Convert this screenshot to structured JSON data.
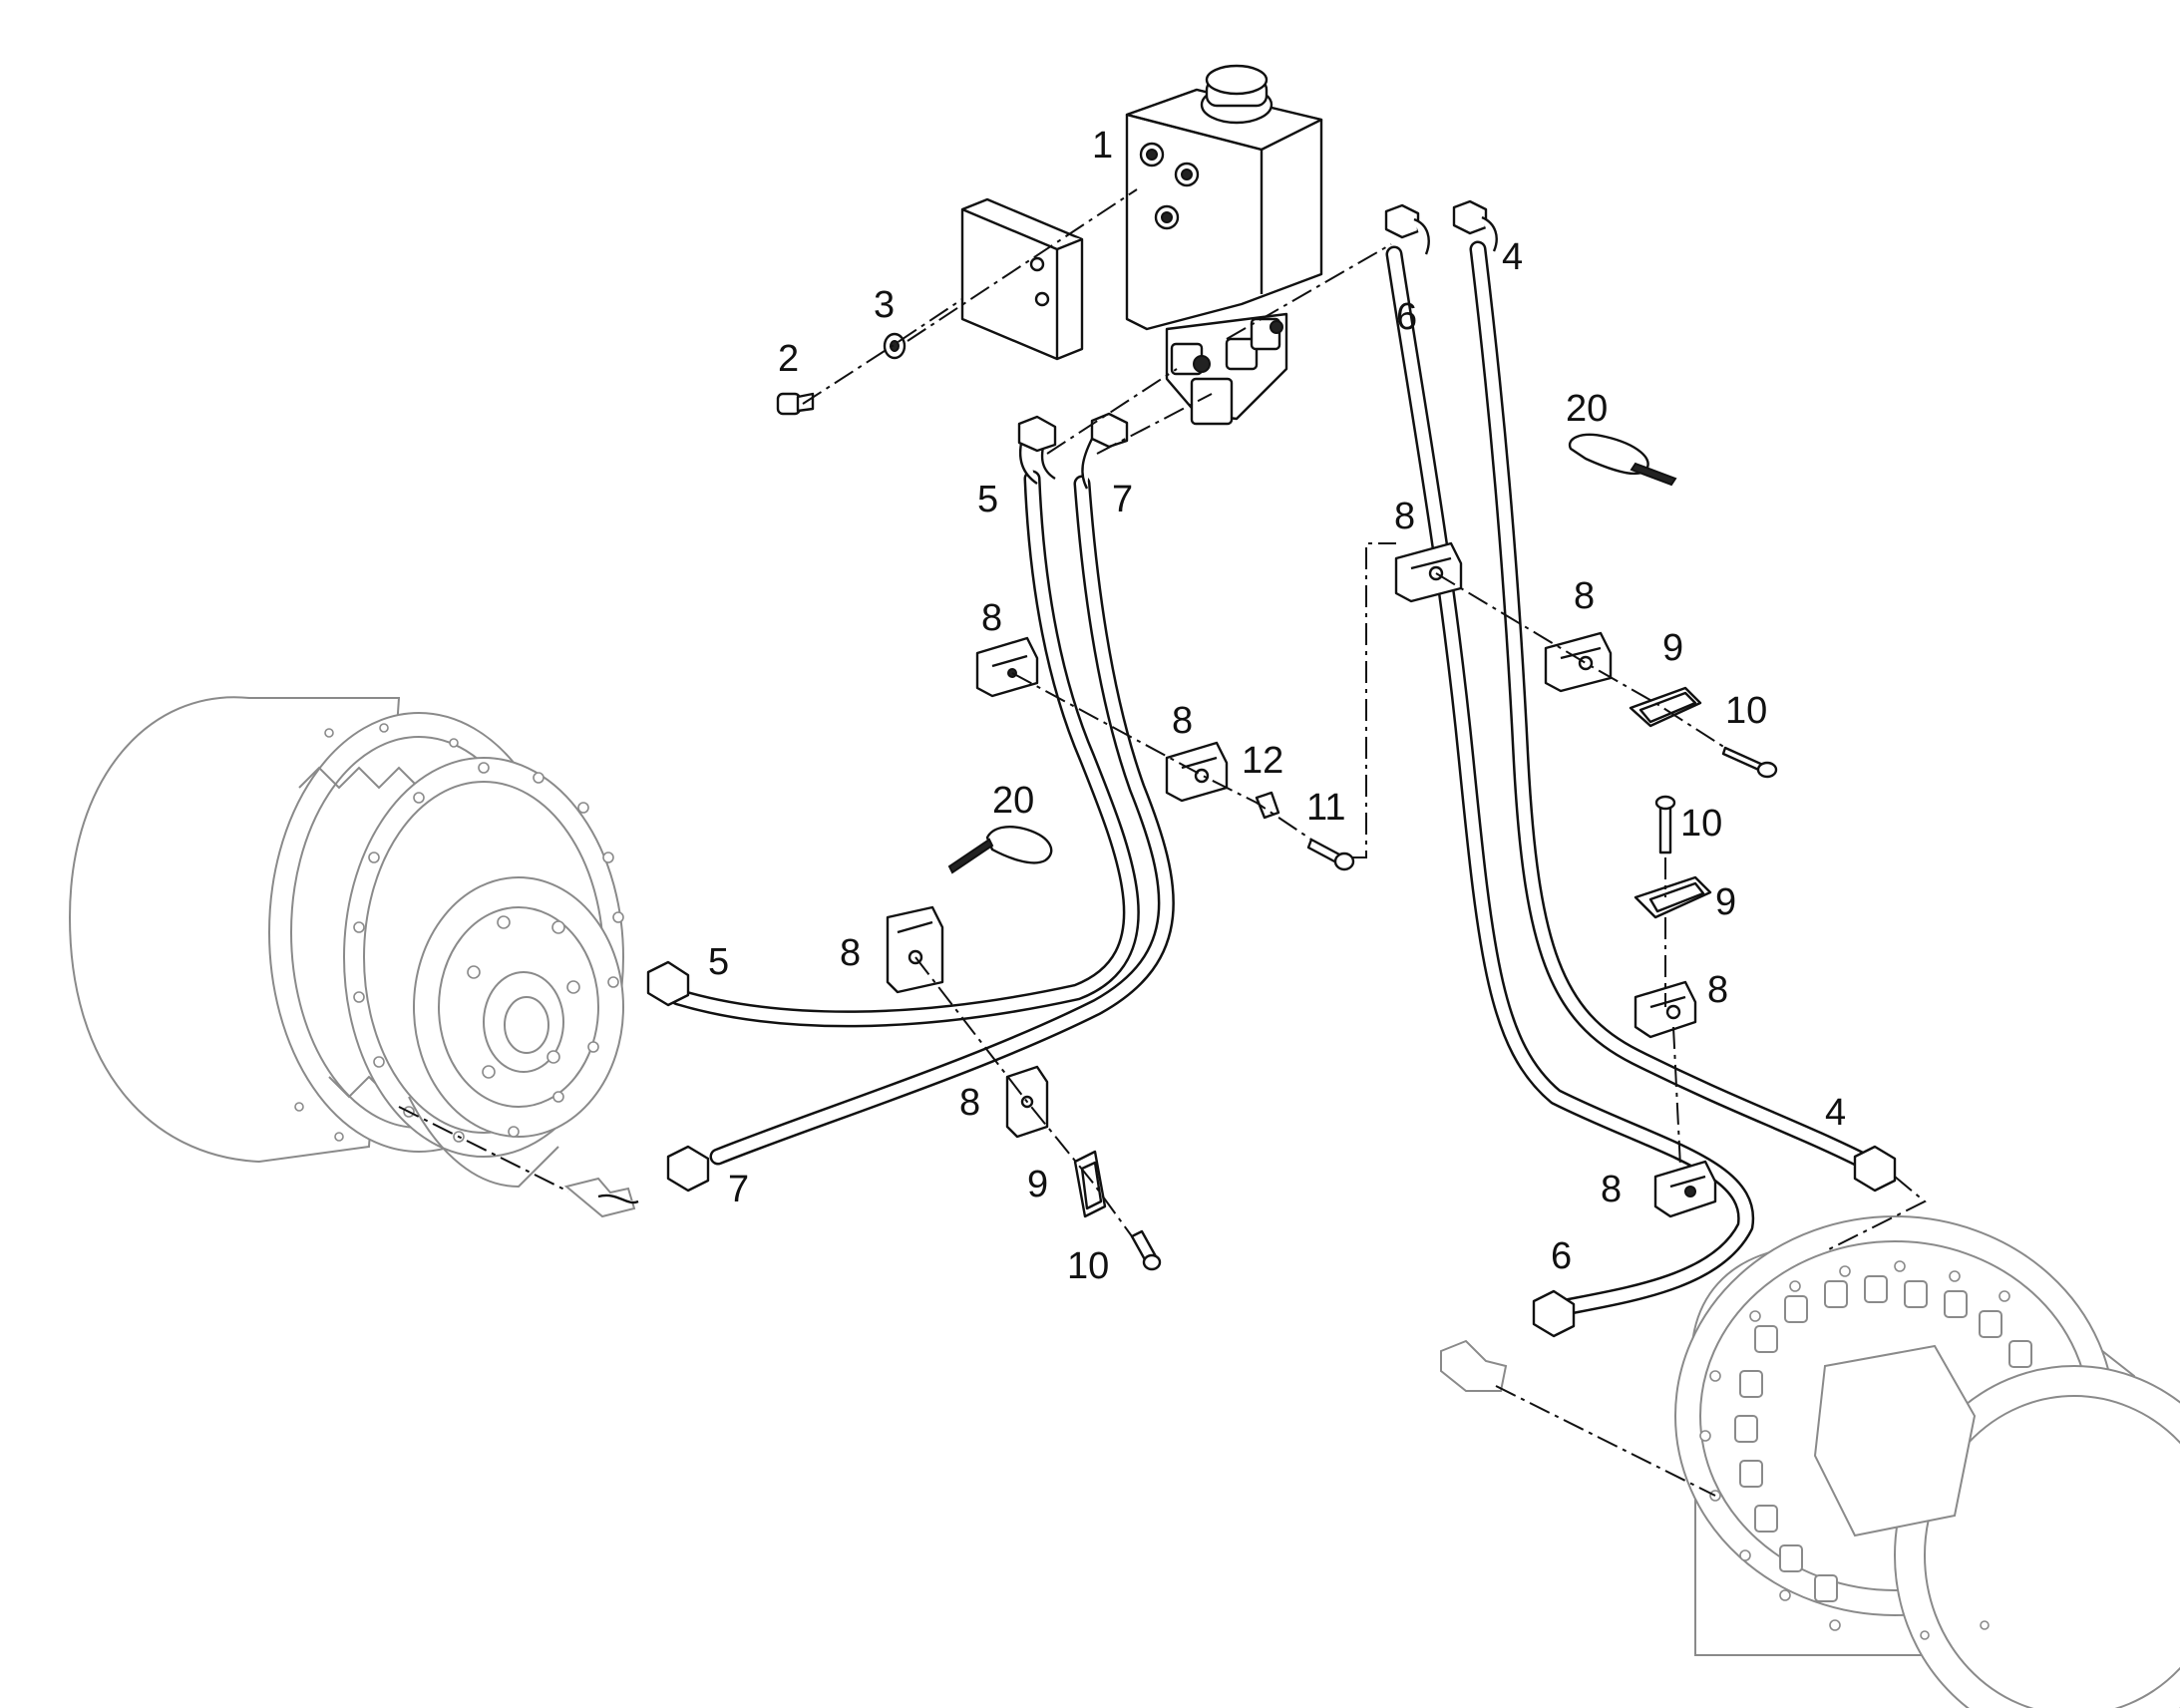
{
  "callouts": [
    {
      "id": "c1",
      "text": "1"
    },
    {
      "id": "c2",
      "text": "2"
    },
    {
      "id": "c3",
      "text": "3"
    },
    {
      "id": "c4a",
      "text": "4"
    },
    {
      "id": "c4b",
      "text": "4"
    },
    {
      "id": "c5a",
      "text": "5"
    },
    {
      "id": "c5b",
      "text": "5"
    },
    {
      "id": "c6a",
      "text": "6"
    },
    {
      "id": "c6b",
      "text": "6"
    },
    {
      "id": "c7a",
      "text": "7"
    },
    {
      "id": "c7b",
      "text": "7"
    },
    {
      "id": "c8a",
      "text": "8"
    },
    {
      "id": "c8b",
      "text": "8"
    },
    {
      "id": "c8c",
      "text": "8"
    },
    {
      "id": "c8d",
      "text": "8"
    },
    {
      "id": "c8e",
      "text": "8"
    },
    {
      "id": "c8f",
      "text": "8"
    },
    {
      "id": "c8g",
      "text": "8"
    },
    {
      "id": "c8h",
      "text": "8"
    },
    {
      "id": "c9a",
      "text": "9"
    },
    {
      "id": "c9b",
      "text": "9"
    },
    {
      "id": "c9c",
      "text": "9"
    },
    {
      "id": "c10a",
      "text": "10"
    },
    {
      "id": "c10b",
      "text": "10"
    },
    {
      "id": "c10c",
      "text": "10"
    },
    {
      "id": "c11",
      "text": "11"
    },
    {
      "id": "c12",
      "text": "12"
    },
    {
      "id": "c20a",
      "text": "20"
    },
    {
      "id": "c20b",
      "text": "20"
    }
  ]
}
